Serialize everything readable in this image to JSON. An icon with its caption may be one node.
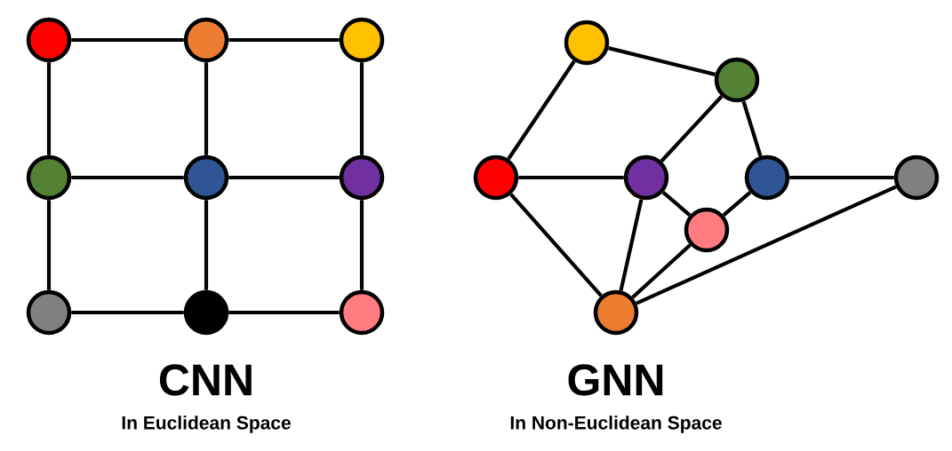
{
  "diagram": {
    "nodes": [
      {
        "text": [],
        "shape": "circle"
      },
      {
        "text": [],
        "shape": "circle"
      },
      {
        "text": [],
        "shape": "circle"
      },
      {
        "text": [],
        "shape": "circle"
      },
      {
        "text": [],
        "shape": "circle"
      },
      {
        "text": [],
        "shape": "circle"
      },
      {
        "text": [],
        "shape": "circle"
      },
      {
        "text": [],
        "shape": "circle"
      },
      {
        "text": [],
        "shape": "circle"
      },
      {
        "text": [],
        "shape": "circle"
      },
      {
        "text": [],
        "shape": "circle"
      },
      {
        "text": [],
        "shape": "circle"
      },
      {
        "text": [],
        "shape": "circle"
      },
      {
        "text": [],
        "shape": "circle"
      },
      {
        "text": [],
        "shape": "circle"
      },
      {
        "text": [],
        "shape": "circle"
      },
      {
        "text": [],
        "shape": "circle"
      }
    ],
    "edges": [
      {
        "from": 0,
        "to": 1,
        "arrow": "none"
      },
      {
        "from": 1,
        "to": 2,
        "arrow": "none"
      },
      {
        "from": 0,
        "to": 3,
        "arrow": "none"
      },
      {
        "from": 1,
        "to": 4,
        "arrow": "none"
      },
      {
        "from": 2,
        "to": 5,
        "arrow": "none"
      },
      {
        "from": 3,
        "to": 4,
        "arrow": "none"
      },
      {
        "from": 4,
        "to": 5,
        "arrow": "none"
      },
      {
        "from": 3,
        "to": 6,
        "arrow": "none"
      },
      {
        "from": 4,
        "to": 7,
        "arrow": "none"
      },
      {
        "from": 5,
        "to": 8,
        "arrow": "none"
      },
      {
        "from": 6,
        "to": 7,
        "arrow": "none"
      },
      {
        "from": 7,
        "to": 8,
        "arrow": "none"
      },
      {
        "from": 9,
        "to": 10,
        "arrow": "none"
      },
      {
        "from": 9,
        "to": 11,
        "arrow": "none"
      },
      {
        "from": 10,
        "to": 12,
        "arrow": "none"
      },
      {
        "from": 10,
        "to": 13,
        "arrow": "none"
      },
      {
        "from": 11,
        "to": 12,
        "arrow": "none"
      },
      {
        "from": 11,
        "to": 16,
        "arrow": "none"
      },
      {
        "from": 12,
        "to": 15,
        "arrow": "none"
      },
      {
        "from": 12,
        "to": 16,
        "arrow": "none"
      },
      {
        "from": 15,
        "to": 13,
        "arrow": "none"
      },
      {
        "from": 13,
        "to": 14,
        "arrow": "none"
      },
      {
        "from": 15,
        "to": 16,
        "arrow": "none"
      },
      {
        "from": 16,
        "to": 14,
        "arrow": "none"
      }
    ],
    "labels": [
      "CNN",
      "In Euclidean Space",
      "GNN",
      "In Non-Euclidean Space"
    ]
  }
}
